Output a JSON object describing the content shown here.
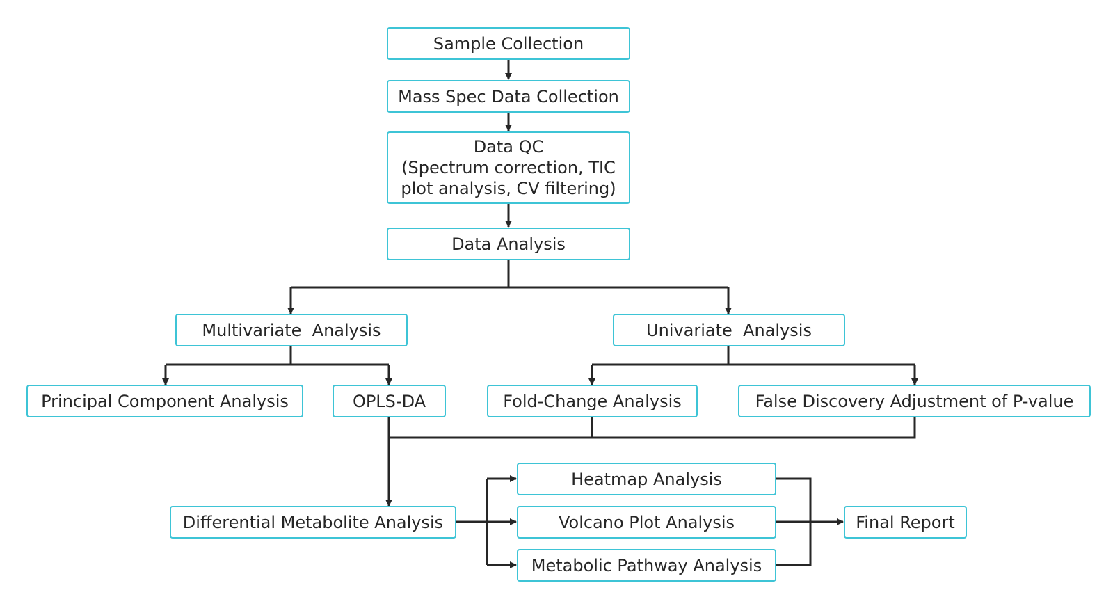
{
  "colors": {
    "node_border": "#3ec4d6",
    "connector": "#262626",
    "text": "#262626"
  },
  "nodes": {
    "sample_collection": "Sample Collection",
    "mass_spec": "Mass Spec Data Collection",
    "data_qc": {
      "line1": "Data QC",
      "line2": "(Spectrum correction, TIC",
      "line3": "plot analysis, CV filtering)"
    },
    "data_analysis": "Data Analysis",
    "multivariate": "Multivariate  Analysis",
    "univariate": "Univariate  Analysis",
    "pca": "Principal Component Analysis",
    "oplsda": "OPLS-DA",
    "fold_change": "Fold-Change Analysis",
    "fdr": "False Discovery Adjustment of P-value",
    "differential": "Differential Metabolite Analysis",
    "heatmap": "Heatmap Analysis",
    "volcano": "Volcano Plot Analysis",
    "pathway": "Metabolic Pathway Analysis",
    "final_report": "Final Report"
  }
}
